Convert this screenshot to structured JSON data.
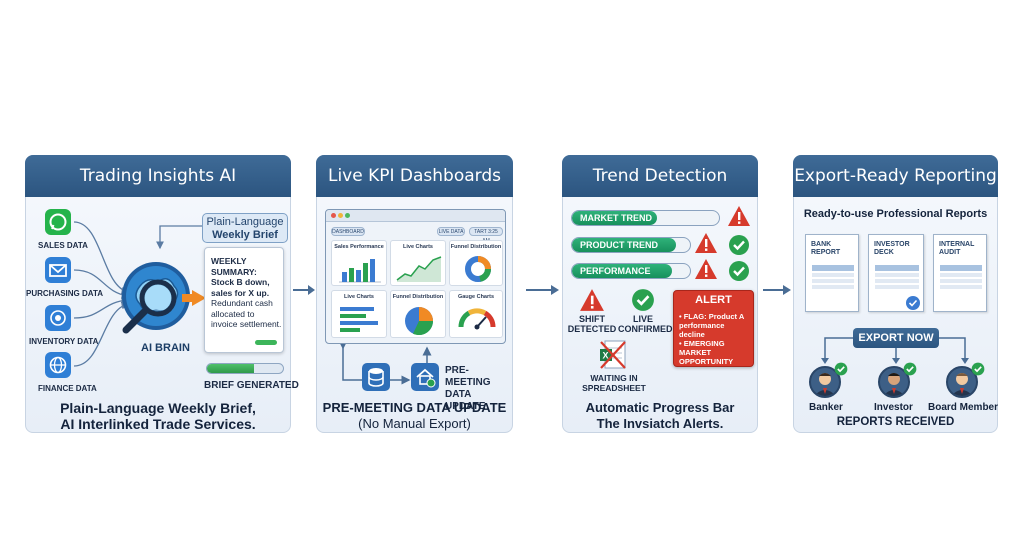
{
  "panels": [
    {
      "title": "Trading Insights AI",
      "sources": [
        "SALES DATA",
        "PURCHASING DATA",
        "INVENTORY DATA",
        "FINANCE DATA"
      ],
      "brain_label": "AI BRAIN",
      "bubble_line1": "Plain-Language",
      "bubble_line2": "Weekly Brief",
      "summary_lines": [
        "WEEKLY SUMMARY:",
        "Stock B down,",
        "sales for X up.",
        "Redundant cash",
        "allocated to",
        "invoice settlement."
      ],
      "status": "BRIEF GENERATED",
      "caption_line1": "Plain-Language Weekly Brief,",
      "caption_line2": "AI Interlinked Trade Services."
    },
    {
      "title": "Live KPI Dashboards",
      "window_tab": "DASHBOARD",
      "live_pill": "LIVE DATA",
      "time_pill": "TART 3:25 AM",
      "cards": [
        "Sales Performance",
        "Live Charts",
        "Funnel Distribution",
        "Live Charts",
        "Funnel Distribution",
        "Gauge Charts"
      ],
      "update_line1": "PRE-MEETING",
      "update_line2": "DATA UPDATE",
      "caption_line1": "PRE-MEETING DATA UPDATE",
      "caption_line2": "(No Manual Export)"
    },
    {
      "title": "Trend Detection",
      "trends": [
        {
          "label": "MARKET TREND",
          "fill": 0.58
        },
        {
          "label": "PRODUCT TREND",
          "fill": 0.88
        },
        {
          "label": "PERFORMANCE",
          "fill": 0.85
        }
      ],
      "shift_line1": "SHIFT",
      "shift_line2": "DETECTED",
      "live_line1": "LIVE",
      "live_line2": "CONFIRMED",
      "alert_title": "ALERT",
      "alert_items": [
        "FLAG: Product A performance decline",
        "EMERGING MARKET OPPORTUNITY"
      ],
      "waiting_line1": "WAITING IN",
      "waiting_line2": "SPREADSHEET",
      "caption_line1": "Automatic Progress Bar",
      "caption_line2": "The Invsiatch Alerts."
    },
    {
      "title": "Export-Ready Reporting",
      "subtitle": "Ready-to-use Professional Reports",
      "docs": [
        {
          "line1": "BANK",
          "line2": "REPORT"
        },
        {
          "line1": "INVESTOR",
          "line2": "DECK"
        },
        {
          "line1": "INTERNAL",
          "line2": "AUDIT"
        }
      ],
      "export_button": "EXPORT NOW",
      "recipients": [
        "Banker",
        "Investor",
        "Board Member"
      ],
      "caption": "REPORTS RECEIVED"
    }
  ],
  "colors": {
    "header": "#2c5580",
    "green": "#2aa14f",
    "red": "#d63a2c",
    "orange": "#f08a24",
    "accent": "#3b7bd1"
  }
}
